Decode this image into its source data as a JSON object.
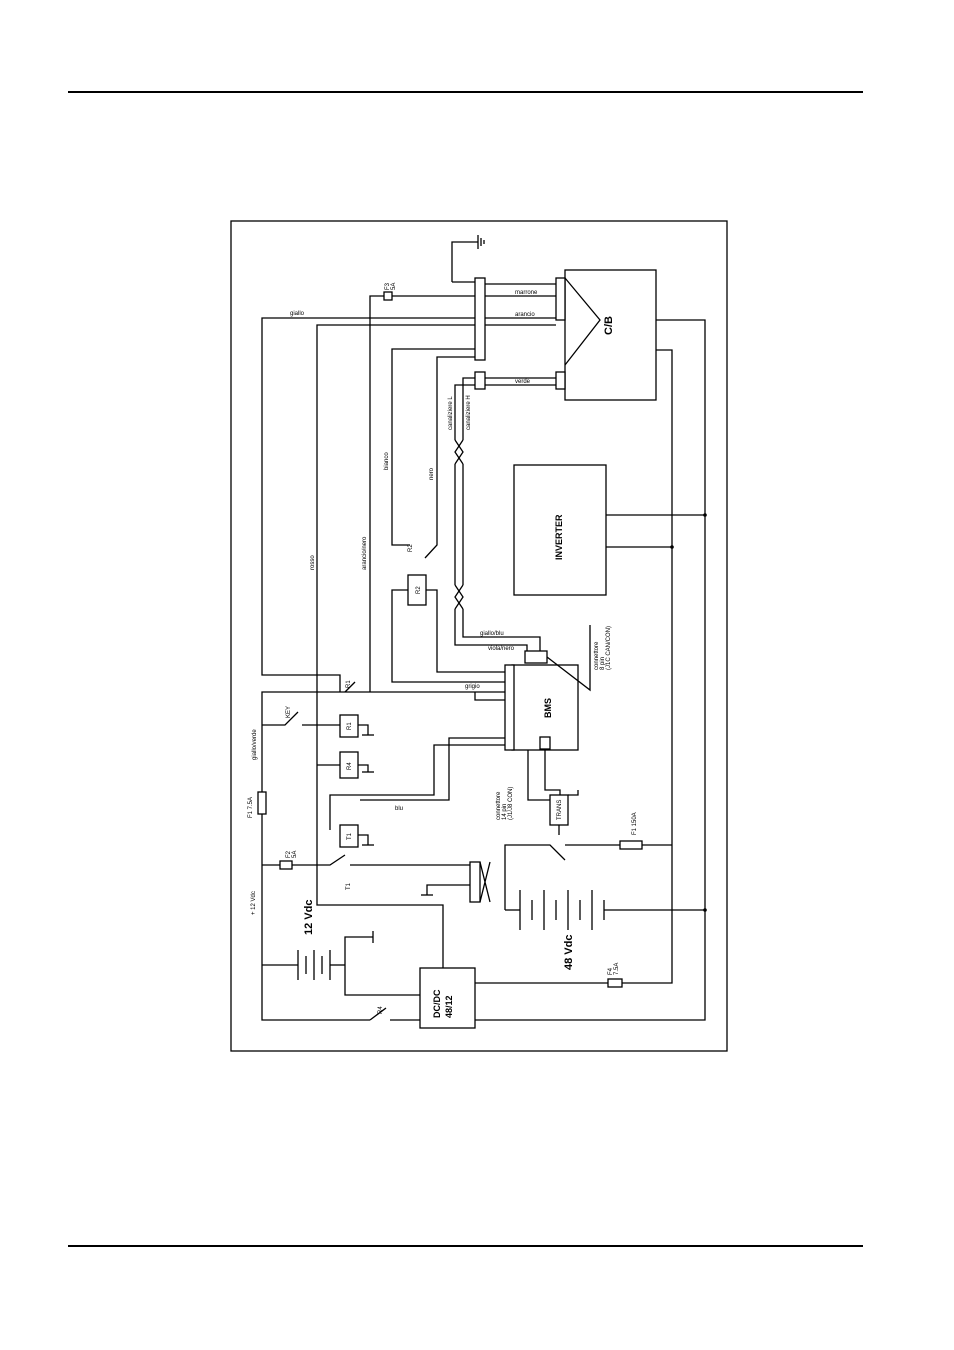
{
  "blocks": {
    "cb": "C/B",
    "inverter": "INVERTER",
    "bms": "BMS",
    "dcdc_line1": "DC/DC",
    "dcdc_line2": "48/12",
    "trans": "TRANS",
    "r1": "R1",
    "r2": "R2",
    "r4": "R4",
    "t1": "T1"
  },
  "labels": {
    "v12": "12 Vdc",
    "v48": "48 Vdc",
    "plus12": "+ 12 Vdc",
    "key": "KEY",
    "r1_contact": "R1",
    "r2_contact": "R2",
    "r4_contact": "R4",
    "t1_contact": "T1",
    "f1": "F1 7.5A",
    "f2_a": "F2",
    "f2_b": "5A",
    "f3_a": "F3",
    "f3_b": "5A",
    "f4_a": "F4",
    "f4_b": "7.5A",
    "f_main": "F1 150A",
    "conn8": [
      "connettore",
      "8 pin",
      "(J1C CAN/CON)"
    ],
    "conn14": [
      "connettore",
      "14 pin",
      "(J1/J8 CON)"
    ]
  },
  "wire_labels": {
    "giallo": "giallo",
    "verde": "verde",
    "nero": "nero",
    "rosso": "rosso",
    "bianco": "bianco",
    "arancio": "arancio",
    "marrone": "marrone",
    "grigio": "grigio",
    "blu": "blu",
    "can_h": "canaliziere H",
    "can_l": "canaliziere L",
    "arancio_nero": "arancio/nero",
    "giallo_blu": "giallo/blu",
    "viola_nero": "viola/nero",
    "giallo_verde": "giallo/verde"
  }
}
